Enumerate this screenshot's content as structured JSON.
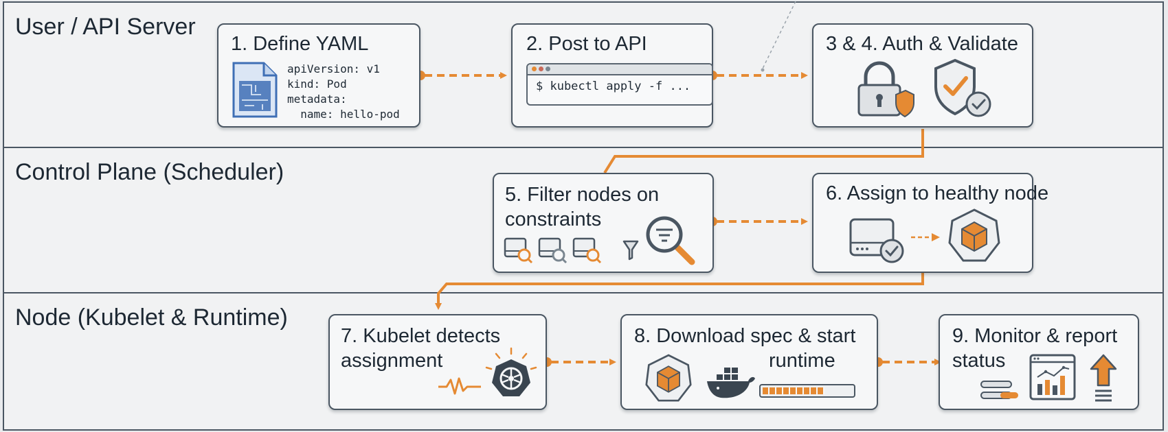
{
  "lanes": [
    {
      "title": "User / API Server"
    },
    {
      "title": "Control Plane (Scheduler)"
    },
    {
      "title": "Node (Kubelet & Runtime)"
    }
  ],
  "steps": {
    "define_yaml": {
      "title": "1. Define YAML",
      "yaml_lines": [
        "apiVersion: v1",
        "kind: Pod",
        "metadata:",
        "  name: hello-pod"
      ]
    },
    "post_api": {
      "title": "2. Post to API",
      "command": "$ kubectl apply -f ..."
    },
    "auth_validate": {
      "title": "3 & 4. Auth & Validate"
    },
    "filter_nodes": {
      "title_line1": "5. Filter nodes on",
      "title_line2": "constraints"
    },
    "assign_node": {
      "title": "6. Assign to healthy node"
    },
    "kubelet_detects": {
      "title_line1": "7. Kubelet detects",
      "title_line2": "assignment"
    },
    "download_start": {
      "title_line1": "8. Download spec & start",
      "title_line2": "runtime"
    },
    "monitor_report": {
      "title_line1": "9. Monitor & report",
      "title_line2": "status"
    }
  },
  "colors": {
    "accent": "#e58a33",
    "border": "#4a5662",
    "blueprint": "#3f6fb5",
    "docker": "#3a4550"
  },
  "icons": [
    "blueprint-icon",
    "terminal-icon",
    "lock-icon",
    "shield-check-icon",
    "node-search-icon",
    "funnel-icon",
    "magnifier-icon",
    "server-check-icon",
    "pod-cube-icon",
    "heartbeat-icon",
    "kubernetes-icon",
    "docker-whale-icon",
    "progress-bar-icon",
    "dashboard-chart-icon",
    "upload-arrow-icon"
  ]
}
